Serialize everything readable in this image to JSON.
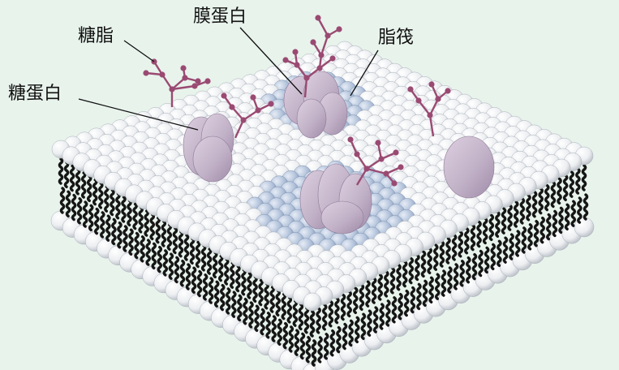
{
  "labels": {
    "glycolipid": "糖脂",
    "membrane_protein": "膜蛋白",
    "lipid_raft": "脂筏",
    "glycoprotein": "糖蛋白"
  },
  "colors": {
    "background": "#e8f3ec",
    "lipid_head": "#eef0f2",
    "raft_head": "#aebfd8",
    "protein": "#c2b2c8",
    "sugar_chain": "#9a4a72",
    "tail": "#161616",
    "leader_line": "#111111"
  }
}
